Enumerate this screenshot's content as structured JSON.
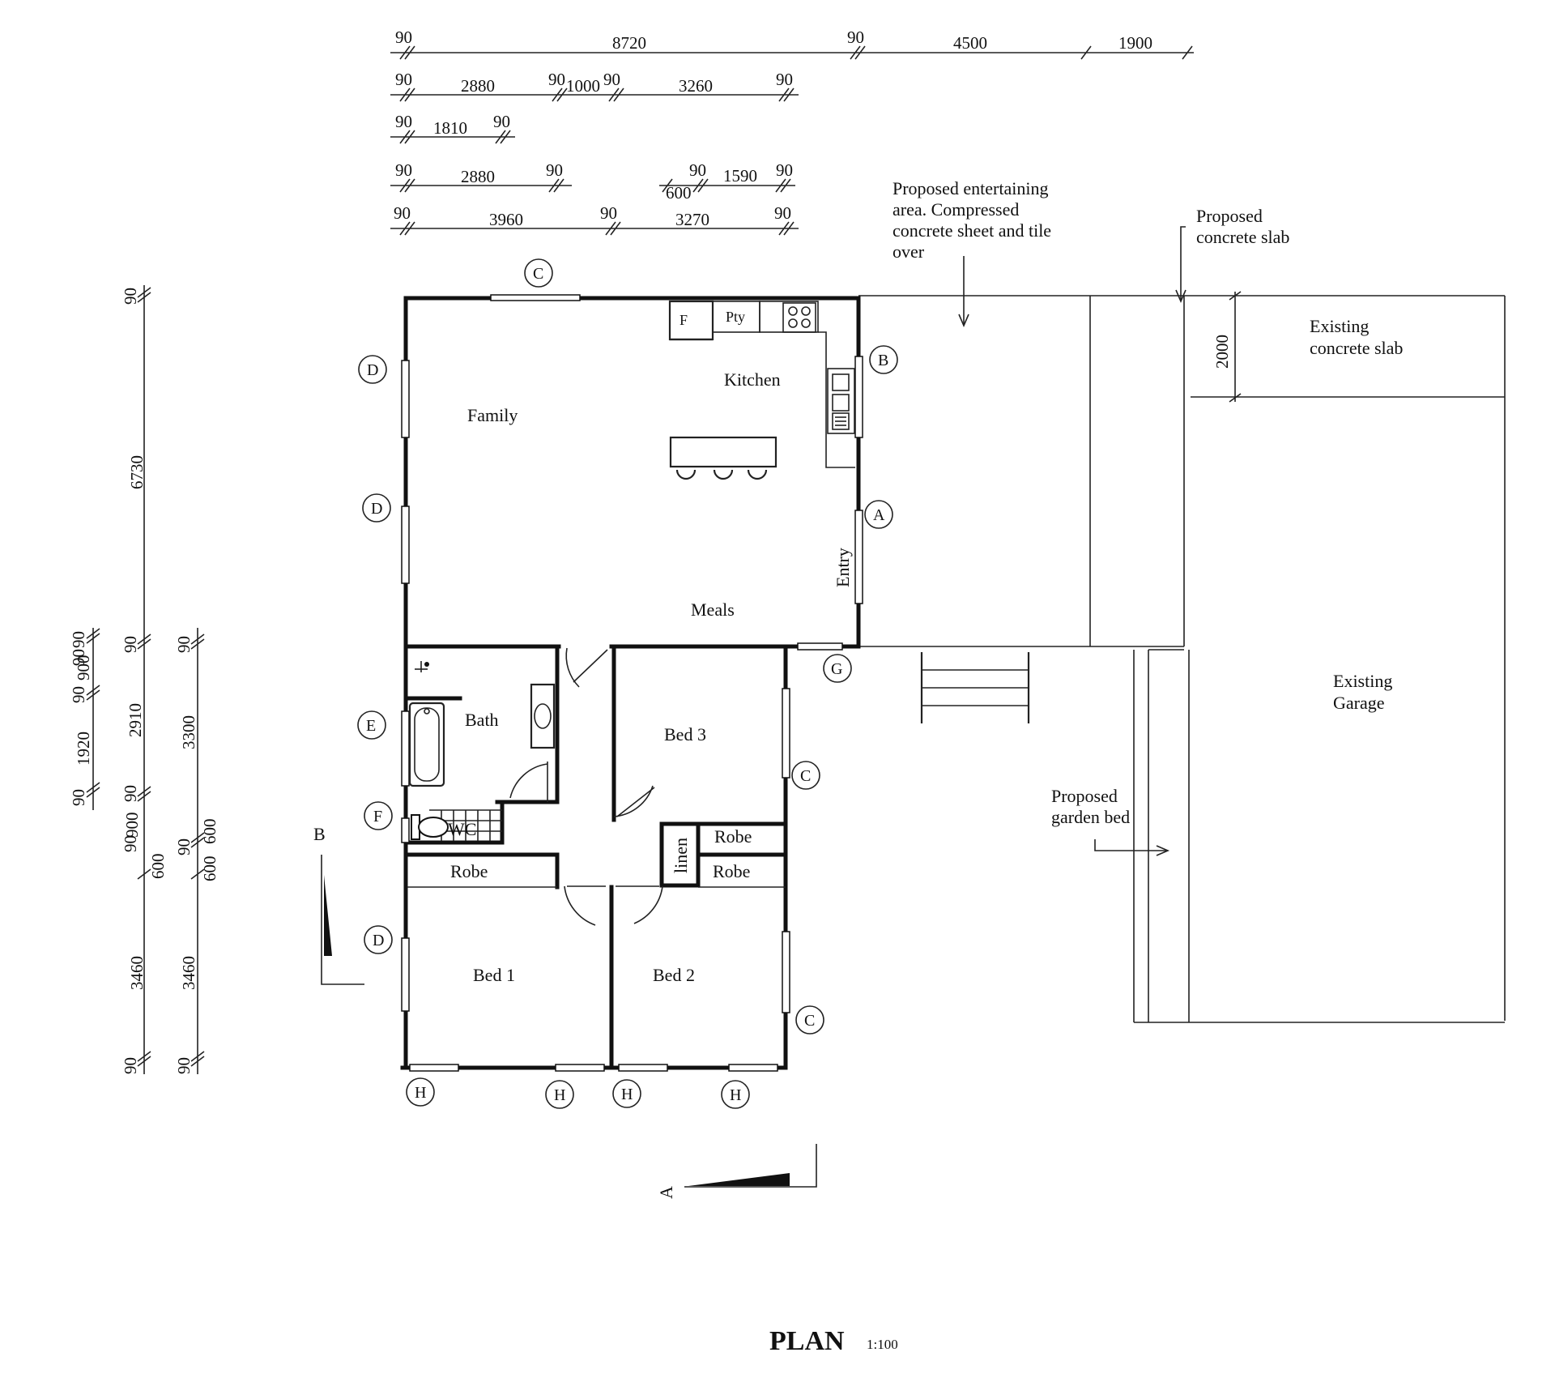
{
  "title": "PLAN",
  "scale": "1:100",
  "colors": {
    "ink": "#111111",
    "paper": "#ffffff"
  },
  "rooms": {
    "family": "Family",
    "kitchen": "Kitchen",
    "meals": "Meals",
    "entry": "Entry",
    "bath": "Bath",
    "bed1": "Bed 1",
    "bed2": "Bed 2",
    "bed3": "Bed 3",
    "robe": "Robe",
    "linen": "linen",
    "wc": "WC",
    "fridge": "F",
    "pantry": "Pty"
  },
  "notes": {
    "entertaining": [
      "Proposed entertaining",
      "area.  Compressed",
      "concrete sheet and tile",
      "over"
    ],
    "slab": [
      "Proposed",
      "concrete slab"
    ],
    "existing_slab": [
      "Existing",
      "concrete slab"
    ],
    "garage": [
      "Existing",
      "Garage"
    ],
    "garden": [
      "Proposed",
      "garden bed"
    ],
    "slab_dim": "2000"
  },
  "sections": {
    "a": "A",
    "b": "B"
  },
  "window_tags": {
    "c": "C",
    "b": "B",
    "a": "A",
    "d": "D",
    "e": "E",
    "f": "F",
    "g": "G",
    "h": "H"
  },
  "dimensions": {
    "row1": [
      "90",
      "8720",
      "90",
      "4500",
      "1900"
    ],
    "row2": [
      "90",
      "2880",
      "90",
      "1000",
      "90",
      "3260",
      "90"
    ],
    "row3": [
      "90",
      "1810",
      "90"
    ],
    "row4": [
      "90",
      "2880",
      "90",
      "90",
      "600",
      "1590",
      "90"
    ],
    "row5": [
      "90",
      "3960",
      "90",
      "3270",
      "90"
    ],
    "left1": [
      "90",
      "90",
      "900",
      "90",
      "1920",
      "90",
      "900",
      "90",
      "600"
    ],
    "left2": [
      "90",
      "6730",
      "90",
      "2910",
      "90",
      "90",
      "3460",
      "90"
    ],
    "left3": [
      "90",
      "3300",
      "90",
      "600",
      "600",
      "3460",
      "90"
    ]
  }
}
